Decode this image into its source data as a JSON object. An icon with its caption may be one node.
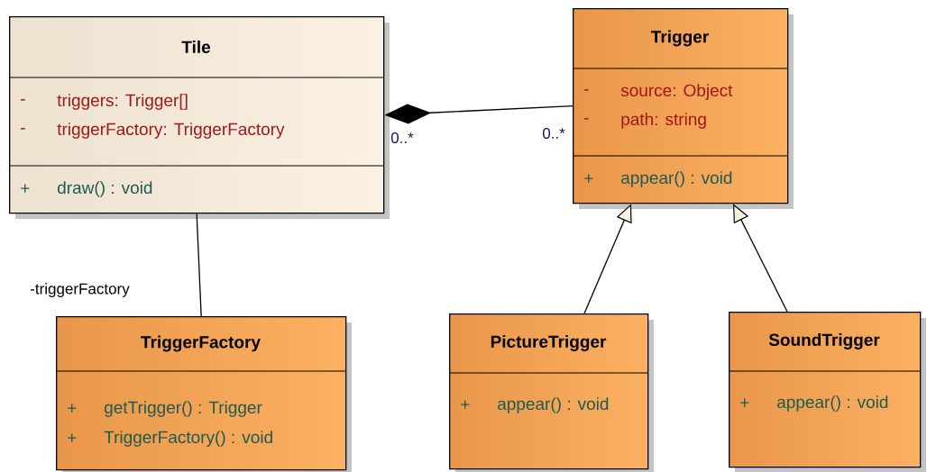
{
  "diagram": {
    "nodes": [
      {
        "text": [
          "Tile",
          "-",
          "triggers: Trigger[]",
          "-",
          "triggerFactory: TriggerFactory",
          "+",
          "draw() : void"
        ],
        "beside": [
          "0..*"
        ]
      },
      {
        "text": [
          "Trigger",
          "-",
          "source: Object",
          "-",
          "path: string",
          "+",
          "appear() : void"
        ],
        "beside": [
          "0..*"
        ]
      },
      {
        "text": [
          "TriggerFactory",
          "+",
          "getTrigger() : Trigger",
          "+",
          "TriggerFactory() : void"
        ]
      },
      {
        "text": [
          "PictureTrigger",
          "+",
          "appear() : void"
        ]
      },
      {
        "text": [
          "SoundTrigger",
          "+",
          "appear() : void"
        ]
      }
    ],
    "edges": [
      {
        "from": 0,
        "to": 1,
        "arrow": "other"
      },
      {
        "from": 0,
        "to": 2,
        "arrow": "none",
        "label": "-triggerFactory"
      },
      {
        "from": 3,
        "to": 1,
        "arrow": "to"
      },
      {
        "from": 4,
        "to": 1,
        "arrow": "to"
      }
    ]
  }
}
